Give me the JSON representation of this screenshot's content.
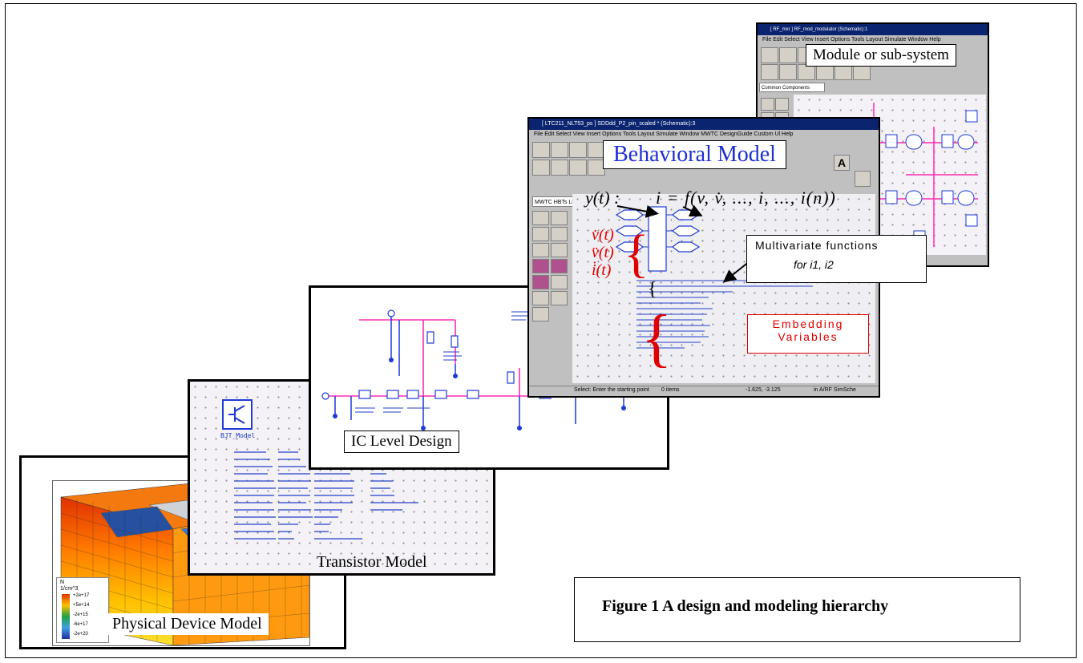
{
  "layers": {
    "module": {
      "label": "Module or sub-system",
      "window_title": "[ RF_mxr ] RF_mod_modulator (Schematic):1",
      "palette_label": "Common Components"
    },
    "behavioral": {
      "label": "Behavioral Model",
      "window_title": "[ LTC211_NLT53_ps ] SDDdd_P2_pin_scaled * (Schematic):3",
      "library_label": "MWTC HBTs Library",
      "equation_lhs": "y(t) :",
      "equation_rhs": "i = f(v, v̇, ..., i, ..., i(n))",
      "derivs": [
        "v̇(t)",
        "v̈(t)",
        "i̇(t)"
      ],
      "multivariate_line1": "Multivariate functions",
      "multivariate_line2": "for i1, i2",
      "embedding_line1": "Embedding",
      "embedding_line2": "Variables",
      "status_left": "Select: Enter the starting point",
      "status_mid": "0 items",
      "status_coord": "-1.625, -3.125",
      "status_units": "in   A/RF  SimSche"
    },
    "ic": {
      "label": "IC Level Design"
    },
    "transistor": {
      "label": "Transistor Model",
      "model_name": "BJT_Model"
    },
    "physical": {
      "label": "Physical Device Model",
      "legend_title": "N\n1/cm^3",
      "legend_ticks": [
        "+2e+17",
        "+5e+14",
        "-2e+15",
        "-6e+17",
        "-2e+20"
      ]
    }
  },
  "caption": "Figure 1  A design and modeling hierarchy",
  "colors": {
    "accent_red": "#e00000",
    "wire_pink": "#ff2bb5",
    "wire_blue": "#1f3ad6",
    "title_blue": "#0a2470"
  }
}
